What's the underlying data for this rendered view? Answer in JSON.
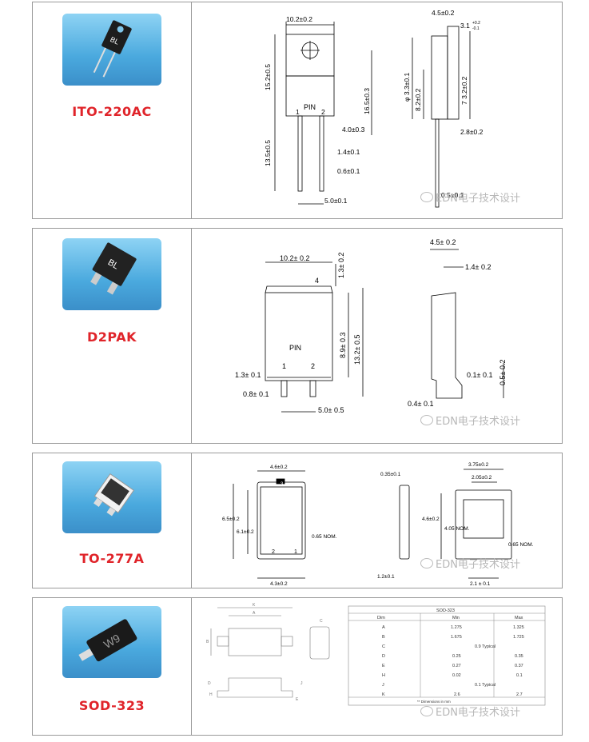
{
  "watermark": "EDN电子技术设计",
  "packages": [
    {
      "label": "ITO-220AC",
      "chip_marking": "BL",
      "dims": {
        "width": "10.2±0.2",
        "body_h": "15.2±0.5",
        "lead_len": "13.5±0.5",
        "total": "16.5±0.3",
        "pitch1": "4.0±0.3",
        "lead_w1": "1.4±0.1",
        "lead_w2": "0.6±0.1",
        "spacing": "5.0±0.1",
        "thick": "4.5±0.2",
        "tab": "3.1",
        "tab_tol_up": "+0.2",
        "tab_tol_dn": "-0.1",
        "hole": "φ 3.3±0.1",
        "h82": "8.2±0.2",
        "h73": "7 3.2±0.2",
        "lead_off": "2.8±0.2",
        "bottom": "0.5±0.1",
        "pin_text": "PIN",
        "pin1": "1",
        "pin2": "2"
      }
    },
    {
      "label": "D2PAK",
      "chip_marking": "BL",
      "dims": {
        "width": "10.2± 0.2",
        "tab_t": "1.3± 0.2",
        "h89": "8.9± 0.3",
        "h132": "13.2± 0.5",
        "pin_t": "1.3± 0.1",
        "pin_w": "0.8± 0.1",
        "pitch": "5.0± 0.5",
        "thick": "4.5± 0.2",
        "tab_w": "1.4± 0.2",
        "step": "0.1± 0.1",
        "lead_t": "0.4± 0.1",
        "h05": "0.5± 0.2",
        "pin_text": "PIN",
        "pin1": "1",
        "pin2": "2",
        "pin4": "4"
      }
    },
    {
      "label": "TO-277A",
      "dims": {
        "top_w": "4.6±0.2",
        "h65": "6.5±0.2",
        "h61": "6.1±0.2",
        "nom": "0.65 NOM.",
        "bot_w": "4.3±0.2",
        "side_t": "0.35±0.1",
        "side_b": "1.2±0.1",
        "w375": "3.75±0.2",
        "w205": "2.05±0.2",
        "h46": "4.6±0.2",
        "nom2": "4.05 NOM.",
        "nom3": "0.65 NOM.",
        "w21": "2.1 ± 0.1",
        "pin1": "1",
        "pin2": "2",
        "pin3": "3"
      }
    },
    {
      "label": "SOD-323",
      "chip_marking": "W9",
      "table": {
        "title": "SOD-323",
        "headers": [
          "Dim",
          "Min",
          "Max"
        ],
        "rows": [
          [
            "A",
            "1.275",
            "1.325"
          ],
          [
            "B",
            "1.675",
            "1.725"
          ],
          [
            "C",
            "0.9 Typical",
            ""
          ],
          [
            "D",
            "0.25",
            "0.35"
          ],
          [
            "E",
            "0.27",
            "0.37"
          ],
          [
            "H",
            "0.02",
            "0.1"
          ],
          [
            "J",
            "0.1 Typical",
            ""
          ],
          [
            "K",
            "2.6",
            "2.7"
          ]
        ],
        "footnote": "** Dimensions in mm"
      },
      "letters": [
        "A",
        "B",
        "C",
        "D",
        "E",
        "H",
        "J",
        "K"
      ]
    }
  ]
}
